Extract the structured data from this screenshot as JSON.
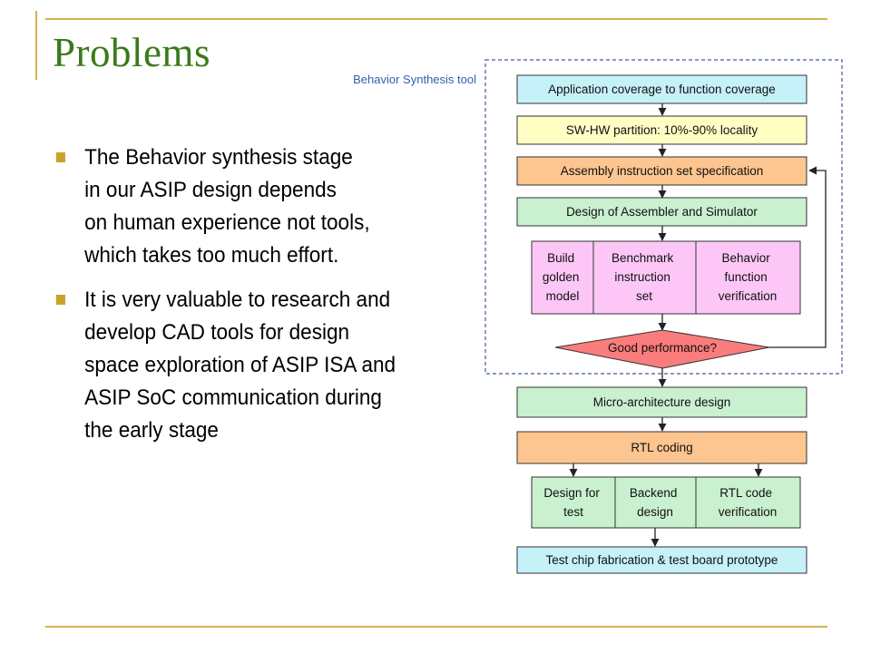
{
  "slide": {
    "title": "Problems",
    "bullets": [
      {
        "lines": [
          "The Behavior synthesis stage",
          "in our ASIP design depends",
          "on human experience not tools,",
          "which takes too much effort."
        ]
      },
      {
        "lines": [
          "It is very valuable to research and",
          "develop CAD tools for design",
          "space exploration of ASIP ISA and",
          "ASIP SoC communication during",
          "the early stage"
        ]
      }
    ]
  },
  "diagram": {
    "region_label": "Behavior Synthesis tool",
    "steps": {
      "app_coverage": "Application coverage to function coverage",
      "sw_hw_partition": "SW-HW partition: 10%-90% locality",
      "assembly_spec": "Assembly instruction set specification",
      "assembler_sim": "Design of Assembler and Simulator",
      "build_golden": [
        "Build",
        "golden",
        "model"
      ],
      "benchmark": [
        "Benchmark",
        "instruction",
        "set"
      ],
      "behavior_verif": [
        "Behavior",
        "function",
        "verification"
      ],
      "decision": "Good performance?",
      "micro_arch": "Micro-architecture design",
      "rtl_coding": "RTL coding",
      "dft": [
        "Design for",
        "test"
      ],
      "backend": [
        "Backend",
        "design"
      ],
      "rtl_verif": [
        "RTL code",
        "verification"
      ],
      "fabrication": "Test chip fabrication & test board prototype"
    },
    "colors": {
      "blue_box": "#c6f1f8",
      "yellow_box": "#ffffc4",
      "orange_box": "#fdc58f",
      "green_box": "#c9f0cf",
      "pink_box": "#fcc7f7",
      "decision": "#fb7c7c",
      "region_border": "#3c5a9a",
      "region_label": "#2f5fb0",
      "title": "#3a7a1a",
      "accent_gold": "#c9a227"
    }
  }
}
